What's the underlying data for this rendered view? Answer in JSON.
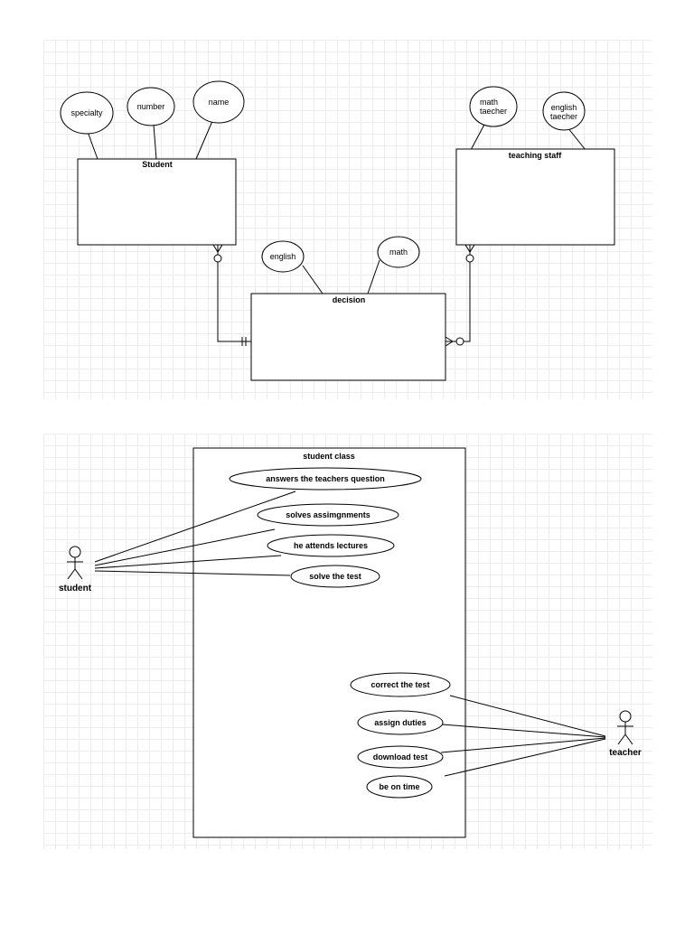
{
  "er": {
    "entities": {
      "student": "Student",
      "teaching_staff": "teaching staff",
      "decision": "decision"
    },
    "attributes": {
      "specialty": "specialty",
      "number": "number",
      "name": "name",
      "math_teacher": [
        "math",
        "taecher"
      ],
      "english_teacher": [
        "english",
        "taecher"
      ],
      "english": "english",
      "math": "math"
    }
  },
  "usecase": {
    "system_title": "student class",
    "actors": {
      "student": "student",
      "teacher": "teacher"
    },
    "student_cases": [
      "answers the teachers question",
      "solves assimgnments",
      "he attends lectures",
      "solve the test"
    ],
    "teacher_cases": [
      "correct the test",
      "assign duties",
      "download test",
      "be on time"
    ]
  }
}
